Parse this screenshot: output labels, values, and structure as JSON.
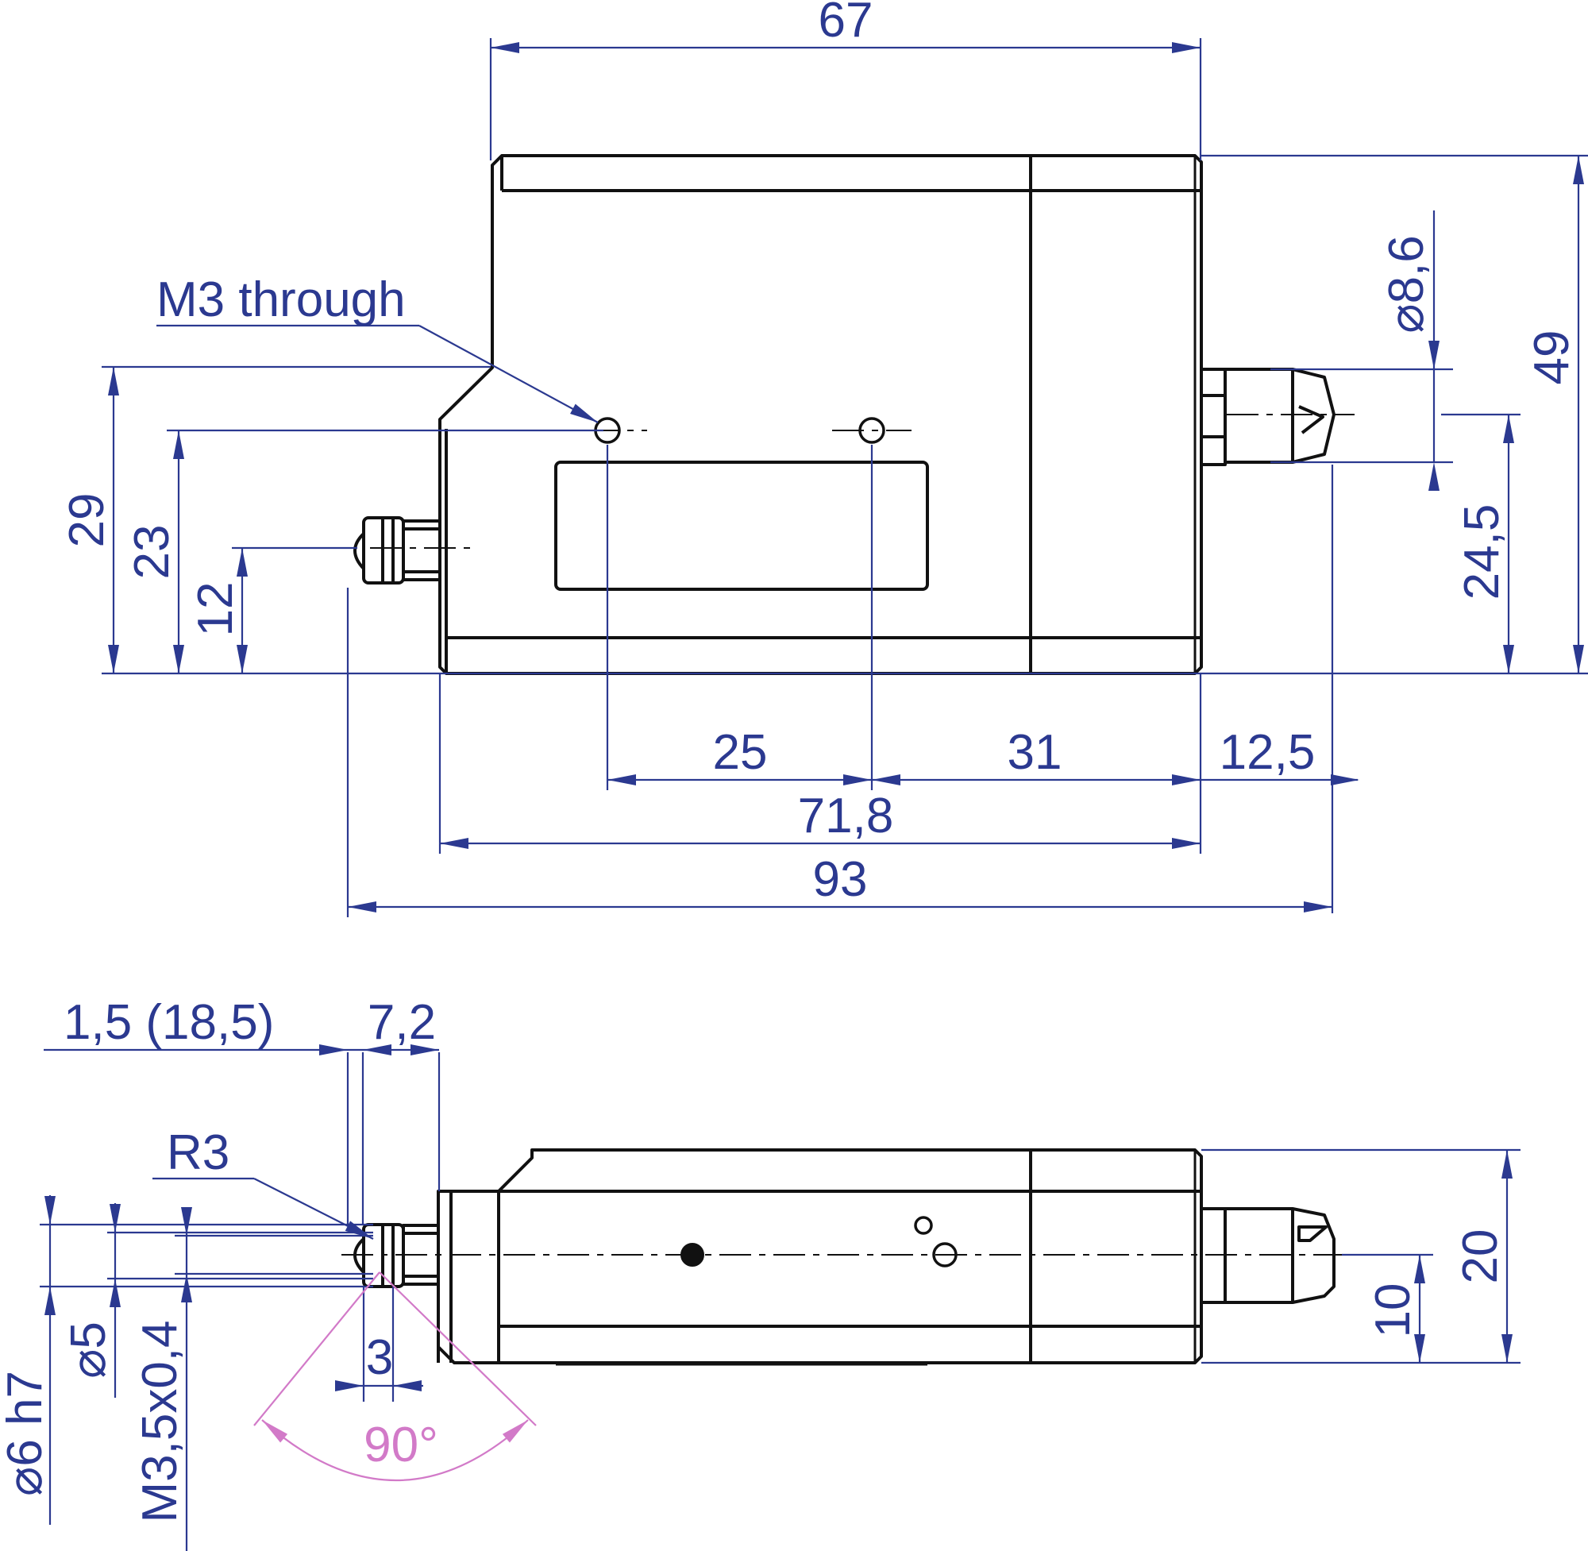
{
  "colors": {
    "dimension": "#2b3990",
    "angle": "#d27ac8",
    "outline": "#111111"
  },
  "top_view": {
    "overall_width": "67",
    "hole_note": "M3 through",
    "dia_connector": "⌀8,6",
    "overall_height": "49",
    "height_29": "29",
    "height_23": "23",
    "height_12": "12",
    "height_24_5": "24,5",
    "hole_spacing": "25",
    "hole_to_edge": "31",
    "connector_length": "12,5",
    "length_71_8": "71,8",
    "overall_length": "93"
  },
  "side_view": {
    "tip_offset": "1,5 (18,5)",
    "tip_length": "7,2",
    "radius": "R3",
    "dia_6h7": "⌀6 h7",
    "dia_5": "⌀5",
    "thread": "M3,5x0,4",
    "chamfer_len": "3",
    "angle": "90°",
    "height_20": "20",
    "height_10": "10"
  }
}
